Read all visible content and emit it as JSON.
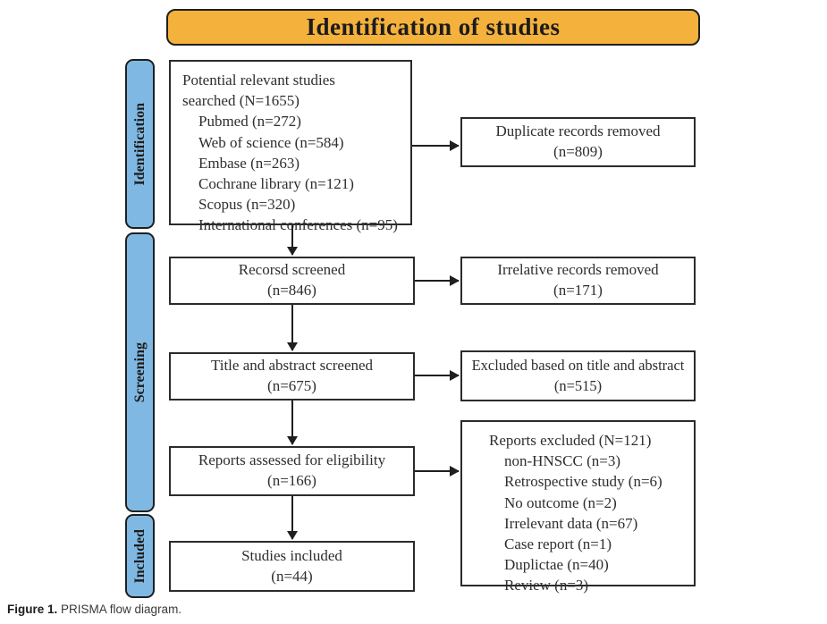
{
  "figure": {
    "banner_title": "Identification of studies"
  },
  "caption": {
    "prefix": "Figure 1.",
    "text": " PRISMA flow diagram."
  },
  "stages": [
    {
      "label": "Identification"
    },
    {
      "label": "Screening"
    },
    {
      "label": "Included"
    }
  ],
  "flow": {
    "search_box": {
      "lines": [
        "Potential relevant studies",
        "searched (N=1655)"
      ],
      "sources": [
        "Pubmed (n=272)",
        "Web of science (n=584)",
        "Embase (n=263)",
        "Cochrane library (n=121)",
        "Scopus (n=320)",
        "International conferences (n=95)"
      ]
    },
    "duplicates_box": {
      "label": "Duplicate records removed",
      "count": "(n=809)"
    },
    "screened_box": {
      "label": "Recorsd screened",
      "count": "(n=846)"
    },
    "irrelative_box": {
      "label": "Irrelative records removed",
      "count": "(n=171)"
    },
    "title_abstract_box": {
      "label": "Title and abstract screened",
      "count": "(n=675)"
    },
    "excluded_title_box": {
      "label": "Excluded based on title and abstract",
      "count": "(n=515)"
    },
    "eligibility_box": {
      "label": "Reports assessed for eligibility",
      "count": "(n=166)"
    },
    "reports_excluded_box": {
      "title": "Reports excluded (N=121)",
      "reasons": [
        "non-HNSCC (n=3)",
        "Retrospective study (n=6)",
        "No outcome (n=2)",
        "Irrelevant data (n=67)",
        "Case report (n=1)",
        "Duplictae (n=40)",
        "Review (n=3)"
      ]
    },
    "included_box": {
      "label": "Studies included",
      "count": "(n=44)"
    }
  },
  "colors": {
    "banner_fill": "#F4B13C",
    "stage_fill": "#7FB9E3",
    "border": "#2b2b2b"
  }
}
